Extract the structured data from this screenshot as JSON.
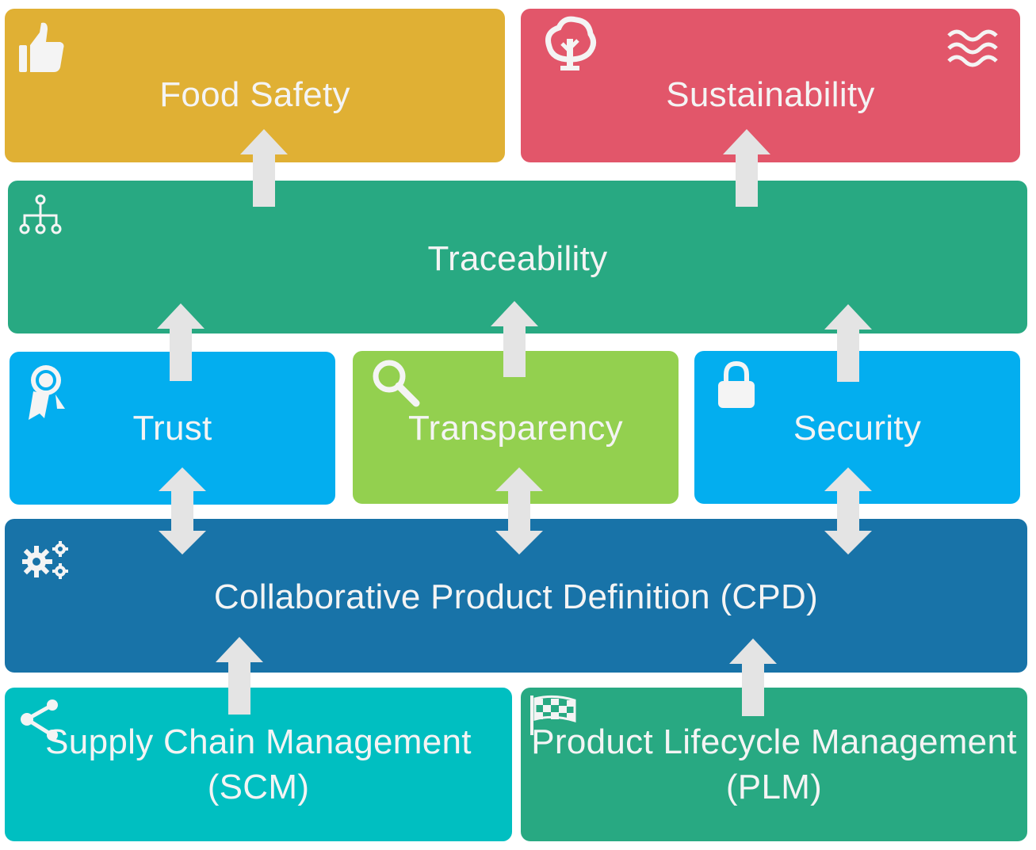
{
  "boxes": {
    "food_safety": {
      "label": "Food Safety",
      "icon": "thumbs-up-icon",
      "color": "#e0b034"
    },
    "sustainability": {
      "label": "Sustainability",
      "icon": "tree-icon",
      "icon2": "water-waves-icon",
      "color": "#e2566a"
    },
    "traceability": {
      "label": "Traceability",
      "icon": "hierarchy-icon",
      "color": "#28a982"
    },
    "trust": {
      "label": "Trust",
      "icon": "award-ribbon-icon",
      "color": "#03aeef"
    },
    "transparency": {
      "label": "Transparency",
      "icon": "magnifier-icon",
      "color": "#93d04f"
    },
    "security": {
      "label": "Security",
      "icon": "padlock-icon",
      "color": "#03aeef"
    },
    "cpd": {
      "label": "Collaborative Product Definition (CPD)",
      "icon": "gears-icon",
      "color": "#1873a8"
    },
    "scm": {
      "label": "Supply Chain Management\n(SCM)",
      "icon": "share-icon",
      "color": "#00bfc1"
    },
    "plm": {
      "label": "Product Lifecycle Management\n(PLM)",
      "icon": "checkered-flag-icon",
      "color": "#28a982"
    }
  },
  "arrow_color": "#e4e4e4"
}
